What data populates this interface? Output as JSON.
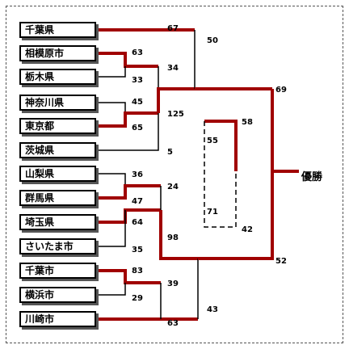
{
  "bracket": {
    "teams": [
      "千葉県",
      "相模原市",
      "栃木県",
      "神奈川県",
      "東京都",
      "茨城県",
      "山梨県",
      "群馬県",
      "埼玉県",
      "さいたま市",
      "千葉市",
      "横浜市",
      "川崎市"
    ],
    "scores": {
      "chiba_pref": "67",
      "sagamihara": "63",
      "tochigi": "33",
      "kanagawa": "45",
      "tokyo": "65",
      "r2_sagamihara": "34",
      "r2_tokyo": "125",
      "ibaraki": "5",
      "yamanashi": "36",
      "gunma": "47",
      "saitama": "64",
      "saitama_city": "35",
      "r2_gunma": "24",
      "r2_saitama": "98",
      "chiba_city": "83",
      "yokohama": "29",
      "r2_chiba_city": "39",
      "kawasaki": "63",
      "sf_top_a": "50",
      "sf_top_b": "55",
      "sf_bot_a": "71",
      "sf_bot_b": "43",
      "final_top": "69",
      "final_bot": "52",
      "final_dashed_a": "58",
      "final_dashed_b": "42"
    },
    "champion_label": "優勝"
  },
  "colors": {
    "winner": "#a00000",
    "line": "#000000"
  }
}
